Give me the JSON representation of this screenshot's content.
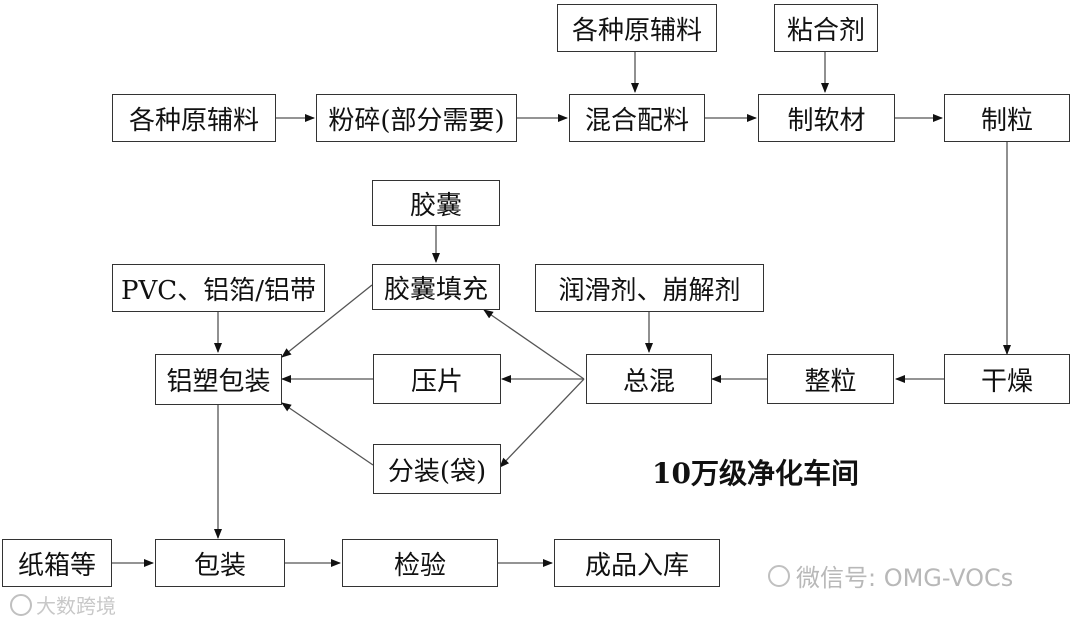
{
  "boxes": {
    "raw_materials_left": "各种原辅料",
    "crushing": "粉碎(部分需要)",
    "raw_materials_top": "各种原辅料",
    "mixing": "混合配料",
    "binder": "粘合剂",
    "soft_material": "制软材",
    "granulation": "制粒",
    "capsule": "胶囊",
    "capsule_filling": "胶囊填充",
    "packaging_material": "PVC、铝箔/铝带",
    "lubricant": "润滑剂、崩解剂",
    "blister_packaging": "铝塑包装",
    "tableting": "压片",
    "final_mixing": "总混",
    "sizing": "整粒",
    "drying": "干燥",
    "bagging": "分装(袋)",
    "carton": "纸箱等",
    "packing": "包装",
    "inspection": "检验",
    "warehousing": "成品入库"
  },
  "cleanroom_label": "10万级净化车间",
  "watermarks": {
    "wechat": "微信号: OMG-VOCs",
    "brand": "大数跨境"
  }
}
